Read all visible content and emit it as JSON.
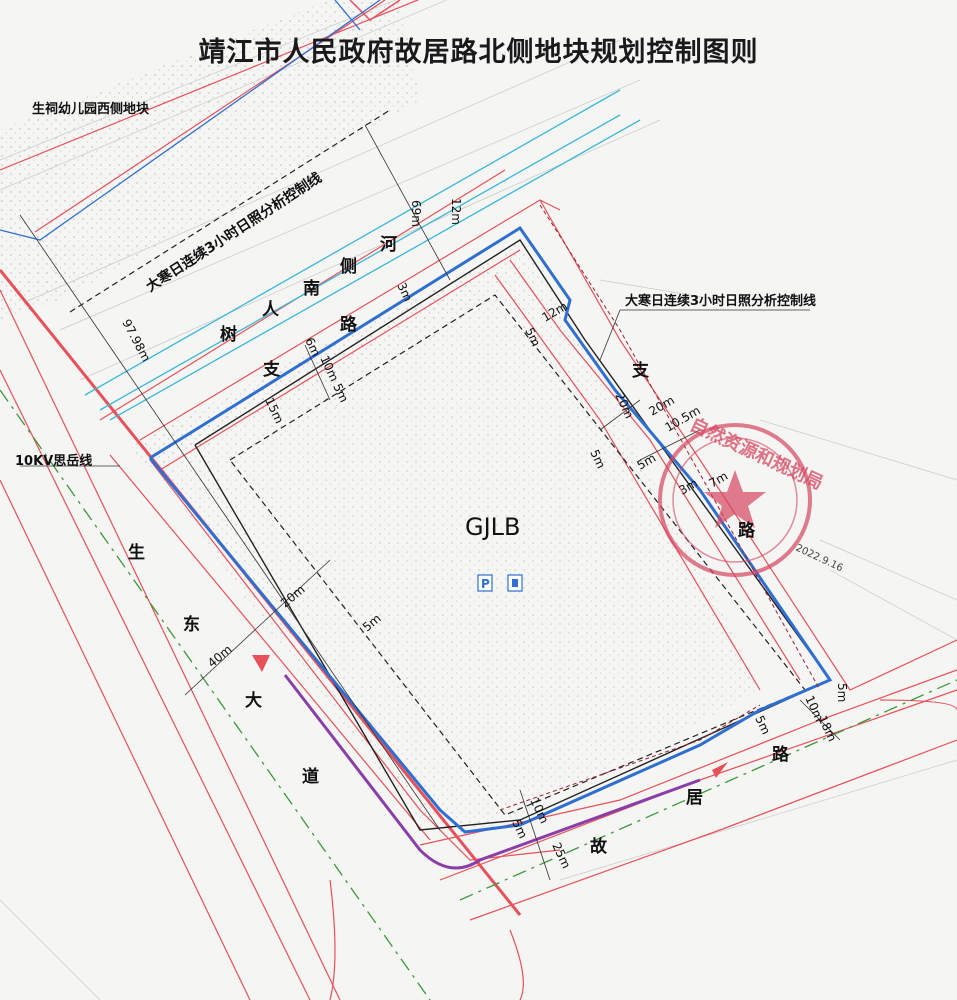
{
  "title": "靖江市人民政府故居路北侧地块规划控制图则",
  "labels": {
    "kindergarten_plot": "生祠幼儿园西侧地块",
    "sunlight_line_left": "大寒日连续3小时日照分析控制线",
    "sunlight_line_right": "大寒日连续3小时日照分析控制线",
    "power_line": "10KV思岳线",
    "parcel_code": "GJLB"
  },
  "roads": {
    "river": [
      "河",
      "侧",
      "南"
    ],
    "shuren": [
      "路",
      "人",
      "树"
    ],
    "zhilu_top": "支",
    "zhilu_right_top": "支",
    "zhilu_right_bottom": "路",
    "shengdong": [
      "生",
      "东",
      "大",
      "道"
    ],
    "guju": [
      "路",
      "居",
      "故"
    ]
  },
  "dimensions": {
    "d69": "69m",
    "d12_top": "12m",
    "d97": "97.98m",
    "d3": "3m",
    "d6": "6m",
    "d10_5": "10m 5m",
    "d15": "15m",
    "d5_top": "5m",
    "d12_right": "12m",
    "d20_right": "20m",
    "d20_right2": "20m",
    "d10_5_right": "10.5m",
    "d5_right_a": "5m",
    "d5_right_b": "5m",
    "d3_right": "3m",
    "d7_right": "7m",
    "d20_left": "20m",
    "d40": "40m",
    "d5_left": "5m",
    "d5_bottom_right": "5m",
    "d5_bottom_right2": "5m",
    "d10_bottom_right": "10m",
    "d18": "18m",
    "d10_bottom": "10m",
    "d5_bottom": "5m",
    "d25": "25m"
  },
  "icons": {
    "parking": "P",
    "toilet": "toilet-icon"
  },
  "stamp": {
    "text": "自然资源和规划局",
    "date": "2022.9.16"
  },
  "colors": {
    "road_red": "#e8505a",
    "boundary_blue": "#2f6fd1",
    "control_black": "#222222",
    "center_green": "#3a9a3a",
    "cyan_line": "#39b7d8",
    "purple": "#8a3fa8",
    "stamp_red": "#d64560"
  }
}
